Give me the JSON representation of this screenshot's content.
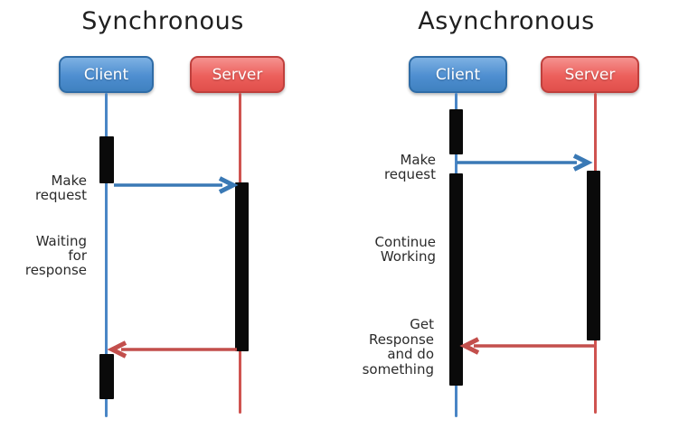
{
  "diagrams": [
    {
      "title": "Synchronous",
      "actors": [
        {
          "role": "client",
          "label": "Client"
        },
        {
          "role": "server",
          "label": "Server"
        }
      ],
      "annotations": [
        {
          "text": "Make\nrequest"
        },
        {
          "text": "Waiting\nfor\nresponse"
        }
      ],
      "flows": [
        {
          "from": "Client",
          "to": "Server",
          "color": "blue"
        },
        {
          "from": "Server",
          "to": "Client",
          "color": "red"
        }
      ]
    },
    {
      "title": "Asynchronous",
      "actors": [
        {
          "role": "client",
          "label": "Client"
        },
        {
          "role": "server",
          "label": "Server"
        }
      ],
      "annotations": [
        {
          "text": "Make\nrequest"
        },
        {
          "text": "Continue\nWorking"
        },
        {
          "text": "Get\nResponse\nand do\nsomething"
        }
      ],
      "flows": [
        {
          "from": "Client",
          "to": "Server",
          "color": "blue"
        },
        {
          "from": "Server",
          "to": "Client",
          "color": "red"
        }
      ]
    }
  ],
  "colors": {
    "background": "#ffffff",
    "title-text": "#1f1f1f",
    "label-text": "#2b2b2b",
    "actor-text": "#ffffff",
    "client-box-top": "#7db1e3",
    "client-box-mid": "#4e8ed0",
    "client-box-bottom": "#3f81c0",
    "client-box-border": "#2f6ca6",
    "server-box-top": "#f5928f",
    "server-box-mid": "#ec5f5b",
    "server-box-bottom": "#e04f4b",
    "server-box-border": "#bf403d",
    "lifeline-blue": "#4a86c6",
    "lifeline-red": "#cf5350",
    "arrow-blue": "#3a79b5",
    "arrow-red": "#c34f4c",
    "activation-bar": "#0a0a0a"
  }
}
